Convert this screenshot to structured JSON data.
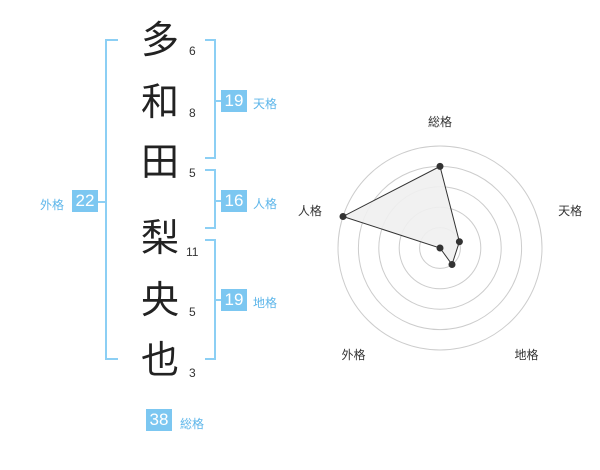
{
  "name_characters": [
    {
      "char": "多",
      "strokes": "6"
    },
    {
      "char": "和",
      "strokes": "8"
    },
    {
      "char": "田",
      "strokes": "5"
    },
    {
      "char": "梨",
      "strokes": "11"
    },
    {
      "char": "央",
      "strokes": "5"
    },
    {
      "char": "也",
      "strokes": "3"
    }
  ],
  "fortune": {
    "tenkaku": {
      "value": "19",
      "label": "天格"
    },
    "jinkaku": {
      "value": "16",
      "label": "人格"
    },
    "chikaku": {
      "value": "19",
      "label": "地格"
    },
    "gaikaku": {
      "value": "22",
      "label": "外格"
    },
    "soukaku": {
      "value": "38",
      "label": "総格"
    }
  },
  "radar": {
    "axes": [
      "総格",
      "天格",
      "地格",
      "外格",
      "人格"
    ],
    "levels": 5,
    "values": [
      4,
      1,
      1,
      0,
      5
    ],
    "max": 5,
    "colors": {
      "grid": "#cccccc",
      "fill": "#f0f0f0",
      "line": "#333333",
      "point": "#333333",
      "center": "#bbbbbb"
    }
  },
  "colors": {
    "accent": "#7cc7f1",
    "bracket": "#8ccff4",
    "label": "#5db6ea"
  }
}
